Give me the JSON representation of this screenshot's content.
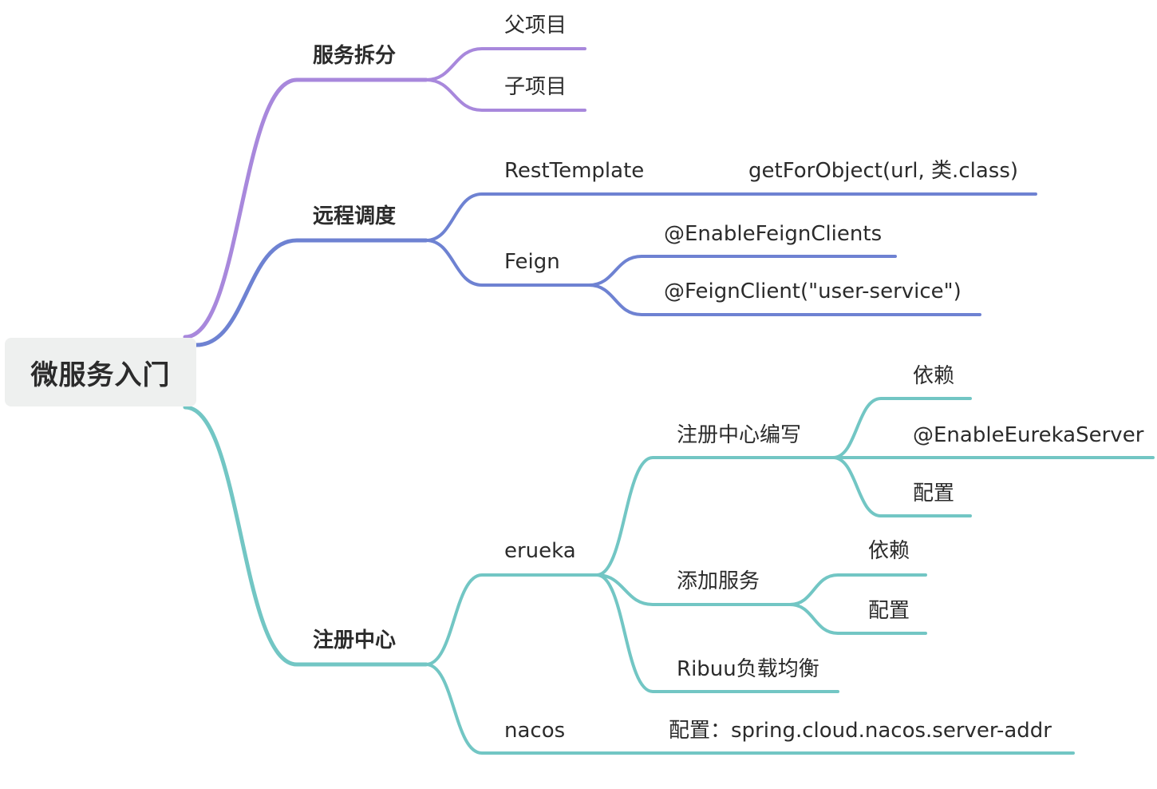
{
  "root": {
    "label": "微服务入门"
  },
  "branches": [
    {
      "label": "服务拆分",
      "color": "#a888dc",
      "children": [
        {
          "label": "父项目"
        },
        {
          "label": "子项目"
        }
      ]
    },
    {
      "label": "远程调度",
      "color": "#6e82d2",
      "children": [
        {
          "label": "RestTemplate",
          "note": "getForObject(url, 类.class)"
        },
        {
          "label": "Feign",
          "children": [
            {
              "label": "@EnableFeignClients"
            },
            {
              "label": "@FeignClient(\"user-service\")"
            }
          ]
        }
      ]
    },
    {
      "label": "注册中心",
      "color": "#72c6c4",
      "children": [
        {
          "label": "erueka",
          "children": [
            {
              "label": "注册中心编写",
              "children": [
                {
                  "label": "依赖"
                },
                {
                  "label": "@EnableEurekaServer"
                },
                {
                  "label": "配置"
                }
              ]
            },
            {
              "label": "添加服务",
              "children": [
                {
                  "label": "依赖"
                },
                {
                  "label": "配置"
                }
              ]
            },
            {
              "label": "Ribuu负载均衡"
            }
          ]
        },
        {
          "label": "nacos",
          "note": "配置：spring.cloud.nacos.server-addr"
        }
      ]
    }
  ]
}
